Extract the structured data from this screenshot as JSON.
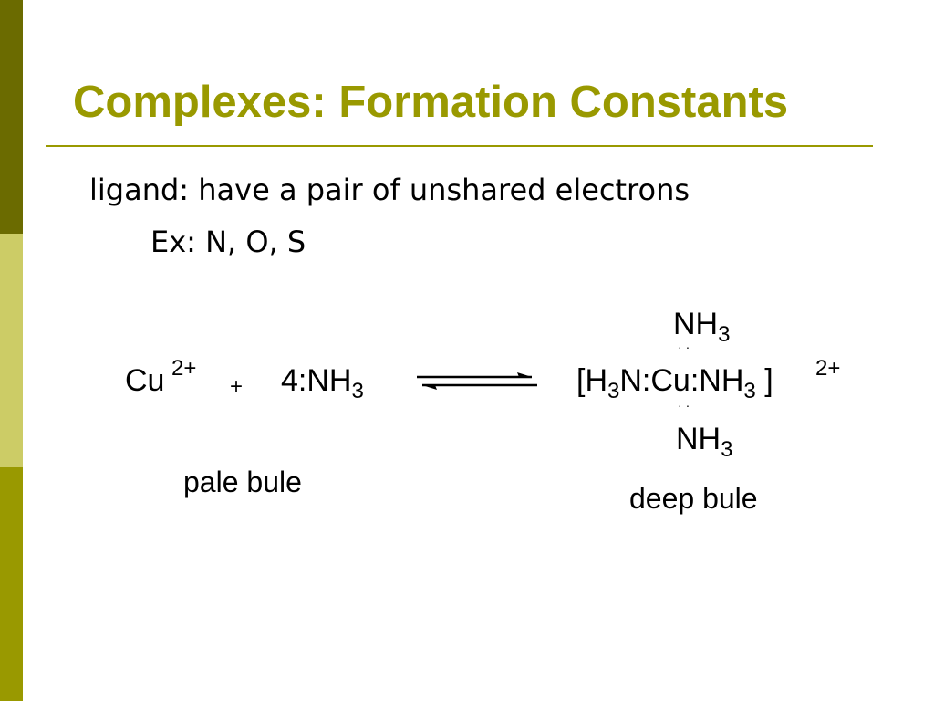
{
  "colors": {
    "sidebar_dark": "#6b6b00",
    "sidebar_light": "#cccc66",
    "sidebar_mid": "#999900",
    "title": "#999900",
    "rule": "#999900",
    "text": "#000000"
  },
  "slide": {
    "title": "Complexes: Formation Constants",
    "line1": "ligand: have a pair of unshared electrons",
    "line2": "Ex: N, O, S"
  },
  "reaction": {
    "cu": "Cu",
    "cu_charge": "2+",
    "plus": "+",
    "ammonia_prefix": "4:NH",
    "ammonia_sub": "3",
    "arrow_icon": "equilibrium-arrows-icon",
    "top_ligand": "NH",
    "top_ligand_sub": "3",
    "lone_pair": "··",
    "complex_open": "[H",
    "complex_sub1": "3",
    "complex_mid": "N:Cu:NH",
    "complex_sub2": "3",
    "complex_close": " ]",
    "complex_charge": "2+",
    "bottom_ligand": "NH",
    "bottom_ligand_sub": "3",
    "left_label": "pale bule",
    "right_label": "deep bule"
  }
}
